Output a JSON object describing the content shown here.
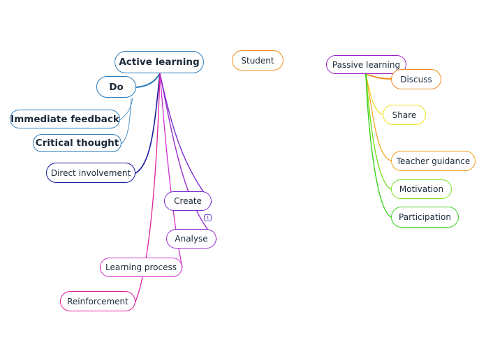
{
  "mindmap": {
    "nodes": [
      {
        "id": "active",
        "label": "Active learning",
        "color": "#2b7bb9"
      },
      {
        "id": "student",
        "label": "Student",
        "color": "#f28c1e"
      },
      {
        "id": "passive",
        "label": "Passive learning",
        "color": "#9b1fc4"
      },
      {
        "id": "do",
        "label": "Do",
        "color": "#2b7bb9"
      },
      {
        "id": "immediate",
        "label": "Immediate feedback",
        "color": "#2b7bb9"
      },
      {
        "id": "critical",
        "label": "Critical thought",
        "color": "#2b7bb9"
      },
      {
        "id": "direct",
        "label": "Direct involvement",
        "color": "#1c1c9e"
      },
      {
        "id": "create",
        "label": "Create",
        "color": "#7a2fd0"
      },
      {
        "id": "analyse",
        "label": "Analyse",
        "color": "#9a2fd0"
      },
      {
        "id": "process",
        "label": "Learning process",
        "color": "#d12fd0"
      },
      {
        "id": "reinforcement",
        "label": "Reinforcement",
        "color": "#e0209a"
      },
      {
        "id": "discuss",
        "label": "Discuss",
        "color": "#f28c1e"
      },
      {
        "id": "share",
        "label": "Share",
        "color": "#f2e01e"
      },
      {
        "id": "teacher",
        "label": "Teacher guidance",
        "color": "#f2a01e"
      },
      {
        "id": "motivation",
        "label": "Motivation",
        "color": "#7ae01e"
      },
      {
        "id": "participation",
        "label": "Participation",
        "color": "#3ad01e"
      }
    ],
    "collapsed_count": "1"
  }
}
